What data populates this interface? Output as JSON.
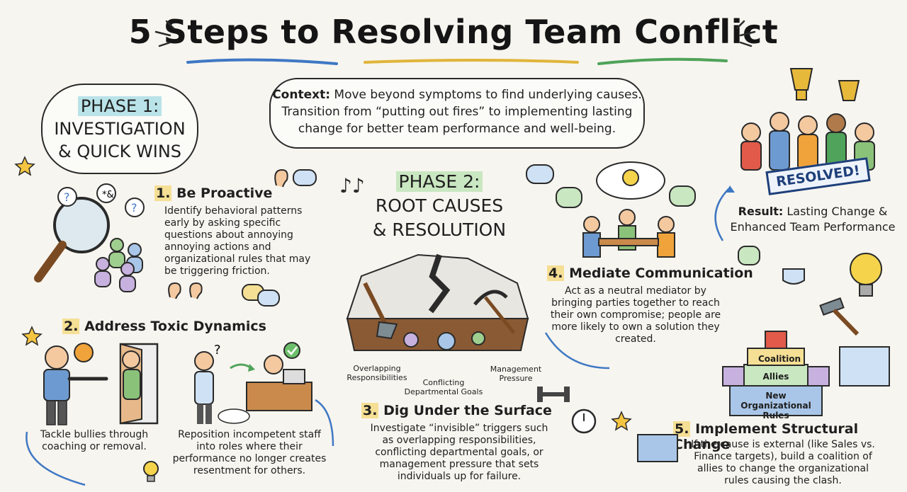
{
  "title": "5 Steps to Resolving Team Conflict",
  "context": {
    "label": "Context:",
    "text_1": "Move beyond symptoms to find underlying causes.",
    "text_2": "Transition from “putting out fires” to implementing lasting",
    "text_3": "change for better team performance and well-being."
  },
  "phase1": {
    "line1": "PHASE 1:",
    "line2": "INVESTIGATION",
    "line3": "& QUICK WINS"
  },
  "phase2": {
    "line1": "PHASE 2:",
    "line2": "ROOT CAUSES",
    "line3": "& RESOLUTION"
  },
  "step1": {
    "num": "1.",
    "title": "Be Proactive",
    "body": "Identify behavioral patterns early by asking specific questions about annoying annoying actions and organizational rules that may be triggering friction."
  },
  "step2": {
    "num": "2.",
    "title": "Address Toxic Dynamics",
    "left_text": "Tackle bullies through coaching or removal.",
    "right_text": "Reposition incompetent staff into roles where their performance no longer creates resentment for others."
  },
  "step3": {
    "num": "3.",
    "title": "Dig Under the Surface",
    "body": "Investigate “invisible” triggers such as overlapping responsibilities, conflicting departmental goals, or management pressure that sets individuals up for failure.",
    "label_overlap": "Overlapping Responsibilities",
    "label_goals": "Conflicting Departmental Goals",
    "label_pressure": "Management Pressure"
  },
  "step4": {
    "num": "4.",
    "title": "Mediate Communication",
    "body": "Act as a neutral mediator by bringing parties together to reach their own compromise; people are more likely to own a solution they created."
  },
  "step5": {
    "num": "5.",
    "title": "Implement Structural Change",
    "body": "If the cause is external (like Sales vs. Finance targets), build a coalition of allies to change the organizational rules causing the clash.",
    "block_top": "Coalition",
    "block_mid": "Allies",
    "block_base": "New Organizational Rules"
  },
  "result": {
    "badge": "RESOLVED!",
    "label": "Result:",
    "text_1": "Lasting Change &",
    "text_2": "Enhanced Team Performance"
  },
  "colors": {
    "phase1_highlight": "#b9e3e8",
    "phase2_highlight": "#c9e7c1",
    "step_number_highlight": "#f5df94",
    "badge_blue": "#1e3f7a"
  },
  "icons": [
    "magnifier-icon",
    "question-bubble-icon",
    "ear-icon",
    "speech-bubble-icon",
    "star-icon",
    "angry-face-icon",
    "door-icon",
    "check-icon",
    "shovel-icon",
    "pickaxe-icon",
    "gears-icon",
    "dumbbell-icon",
    "stopwatch-icon",
    "lightbulb-icon",
    "coffee-icon",
    "hammer-icon",
    "blueprint-icon",
    "trophy-icon",
    "thumbs-up-icon",
    "music-note-icon"
  ]
}
